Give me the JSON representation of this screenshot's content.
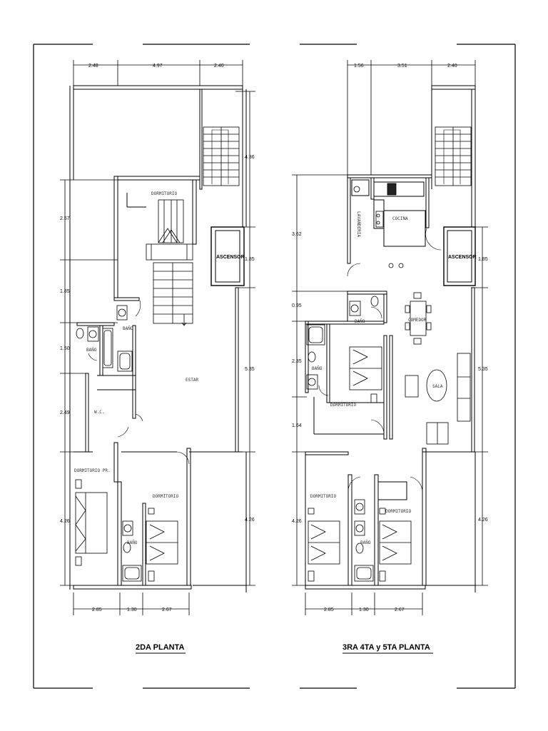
{
  "plans": [
    {
      "title": "2DA PLANTA",
      "top_dims": [
        "2.48",
        "4.97",
        "2.40"
      ],
      "bottom_dims": [
        "2.85",
        "1.30",
        "2.67"
      ],
      "left_dims": [
        "2.57",
        "1.85",
        "1.50",
        "2.49",
        "4.26"
      ],
      "right_dims": [
        "4.36",
        "1.85",
        "5.35",
        "4.26"
      ],
      "rooms": {
        "dormitorio_top": "DORMITORIO",
        "ascensor": "ASCENSOR",
        "bano_1": "BAÑO",
        "bano_2": "BAÑO",
        "estar": "ESTAR",
        "wc": "W.C.",
        "dormitorio_pr": "DORMITORIO   PR.",
        "dormitorio_2": "DORMITORIO",
        "bano_3": "BAÑO"
      }
    },
    {
      "title": "3RA 4TA y 5TA PLANTA",
      "top_dims": [
        "1.56",
        "3.51",
        "2.40"
      ],
      "bottom_dims": [
        "2.85",
        "1.30",
        "2.67"
      ],
      "left_dims": [
        "3.62",
        "0.95",
        "2.35",
        "1.64",
        "4.26"
      ],
      "right_dims": [
        "1.85",
        "5.35",
        "4.26"
      ],
      "rooms": {
        "lavanderia": "LAVANDERIA",
        "cocina": "COCINA",
        "ascensor": "ASCENSOR",
        "bano_1": "BAÑO",
        "comedor": "COMEDOR",
        "bano_2": "BAÑO",
        "dormitorio": "DORMITORIO",
        "sala": "SALA",
        "dormitorio_3": "DORMITORIO",
        "dormitorio_4": "DORMITORIO",
        "bano_3": "BAÑO"
      }
    }
  ]
}
